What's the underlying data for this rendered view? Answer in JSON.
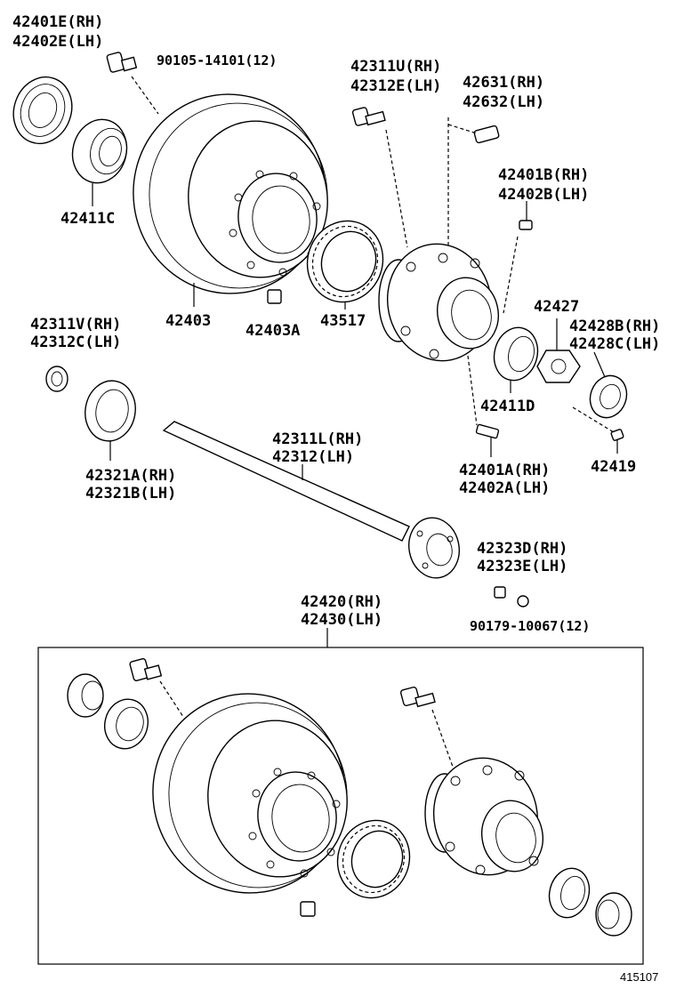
{
  "labels": {
    "l01": "42401E(RH)",
    "l02": "42402E(LH)",
    "l03": "90105-14101(12)",
    "l04": "42311U(RH)",
    "l05": "42312E(LH)",
    "l06": "42631(RH)",
    "l07": "42632(LH)",
    "l08": "42401B(RH)",
    "l09": "42402B(LH)",
    "l10": "42411C",
    "l11": "42403",
    "l12": "42403A",
    "l13": "43517",
    "l14": "42427",
    "l15": "42428B(RH)",
    "l16": "42428C(LH)",
    "l17": "42311V(RH)",
    "l18": "42312C(LH)",
    "l19": "42411D",
    "l20": "42311L(RH)",
    "l21": "42312(LH)",
    "l22": "42321A(RH)",
    "l23": "42321B(LH)",
    "l24": "42401A(RH)",
    "l25": "42402A(LH)",
    "l26": "42419",
    "l27": "42323D(RH)",
    "l28": "42323E(LH)",
    "l29": "90179-10067(12)",
    "l30": "42420(RH)",
    "l31": "42430(LH)"
  },
  "figure_ref": "415107"
}
